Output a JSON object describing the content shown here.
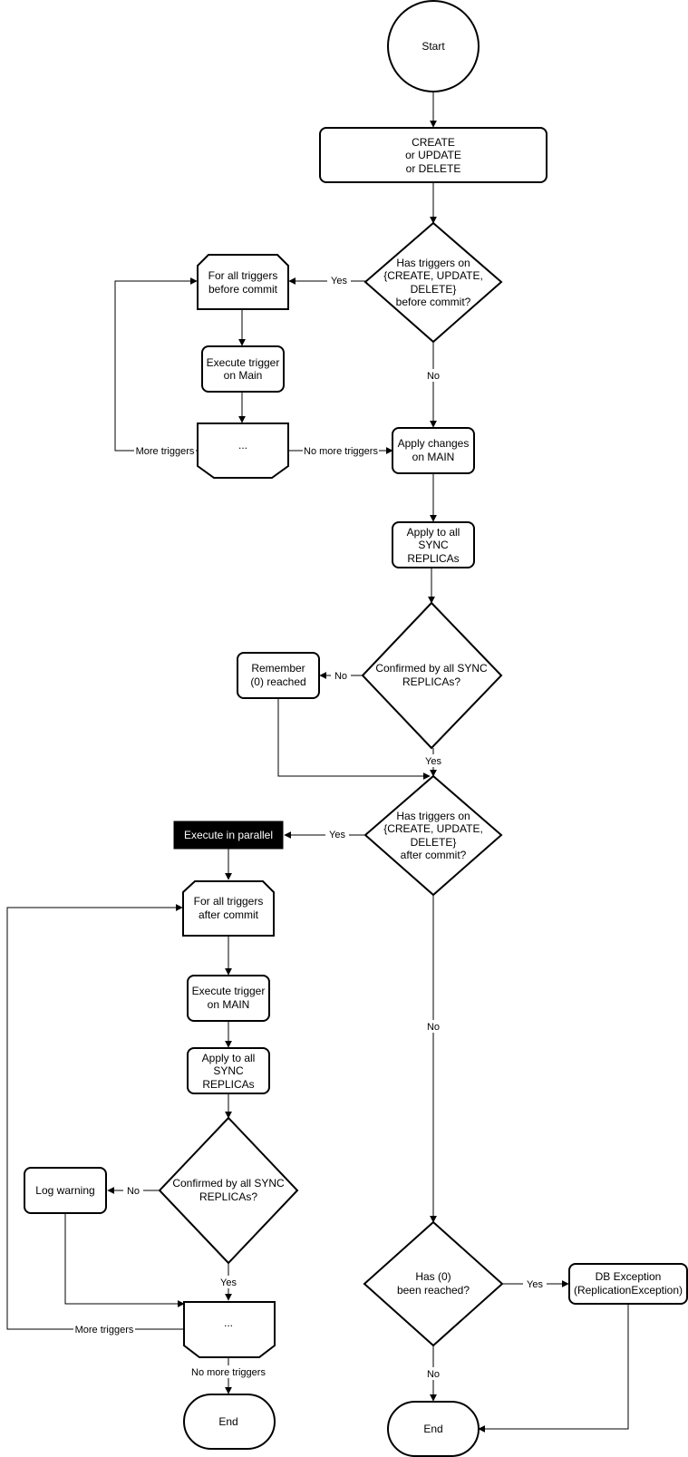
{
  "nodes": {
    "start": "Start",
    "crud": [
      "CREATE",
      "or UPDATE",
      "or DELETE"
    ],
    "has_triggers_before": [
      "Has triggers on",
      "{CREATE, UPDATE,",
      "DELETE}",
      "before commit?"
    ],
    "for_all_before": [
      "For all triggers",
      "before commit"
    ],
    "execute_trigger_main_1": [
      "Execute trigger",
      "on Main"
    ],
    "loop_end_1": "...",
    "apply_changes_main": [
      "Apply changes",
      "on MAIN"
    ],
    "apply_sync_1": [
      "Apply to all",
      "SYNC",
      "REPLICAs"
    ],
    "confirmed_1": [
      "Confirmed by all SYNC",
      "REPLICAs?"
    ],
    "remember": [
      "Remember",
      "(0) reached"
    ],
    "has_triggers_after": [
      "Has triggers on",
      "{CREATE, UPDATE,",
      "DELETE}",
      "after commit?"
    ],
    "execute_parallel": "Execute in parallel",
    "for_all_after": [
      "For all triggers",
      "after commit"
    ],
    "execute_trigger_main_2": [
      "Execute trigger",
      "on MAIN"
    ],
    "apply_sync_2": [
      "Apply to all",
      "SYNC",
      "REPLICAs"
    ],
    "confirmed_2": [
      "Confirmed by all SYNC",
      "REPLICAs?"
    ],
    "log_warning": "Log warning",
    "loop_end_2": "...",
    "end_left": "End",
    "has_zero_reached": [
      "Has (0)",
      "been reached?"
    ],
    "db_exception": [
      "DB Exception",
      "(ReplicationException)"
    ],
    "end_right": "End"
  },
  "edge_labels": {
    "before_yes": "Yes",
    "before_no": "No",
    "more_triggers_1": "More triggers",
    "no_more_triggers_1": "No more triggers",
    "confirmed_1_no": "No",
    "confirmed_1_yes": "Yes",
    "after_yes": "Yes",
    "after_no": "No",
    "confirmed_2_no": "No",
    "confirmed_2_yes": "Yes",
    "more_triggers_2": "More triggers",
    "no_more_triggers_2": "No more triggers",
    "zero_yes": "Yes",
    "zero_no": "No"
  }
}
